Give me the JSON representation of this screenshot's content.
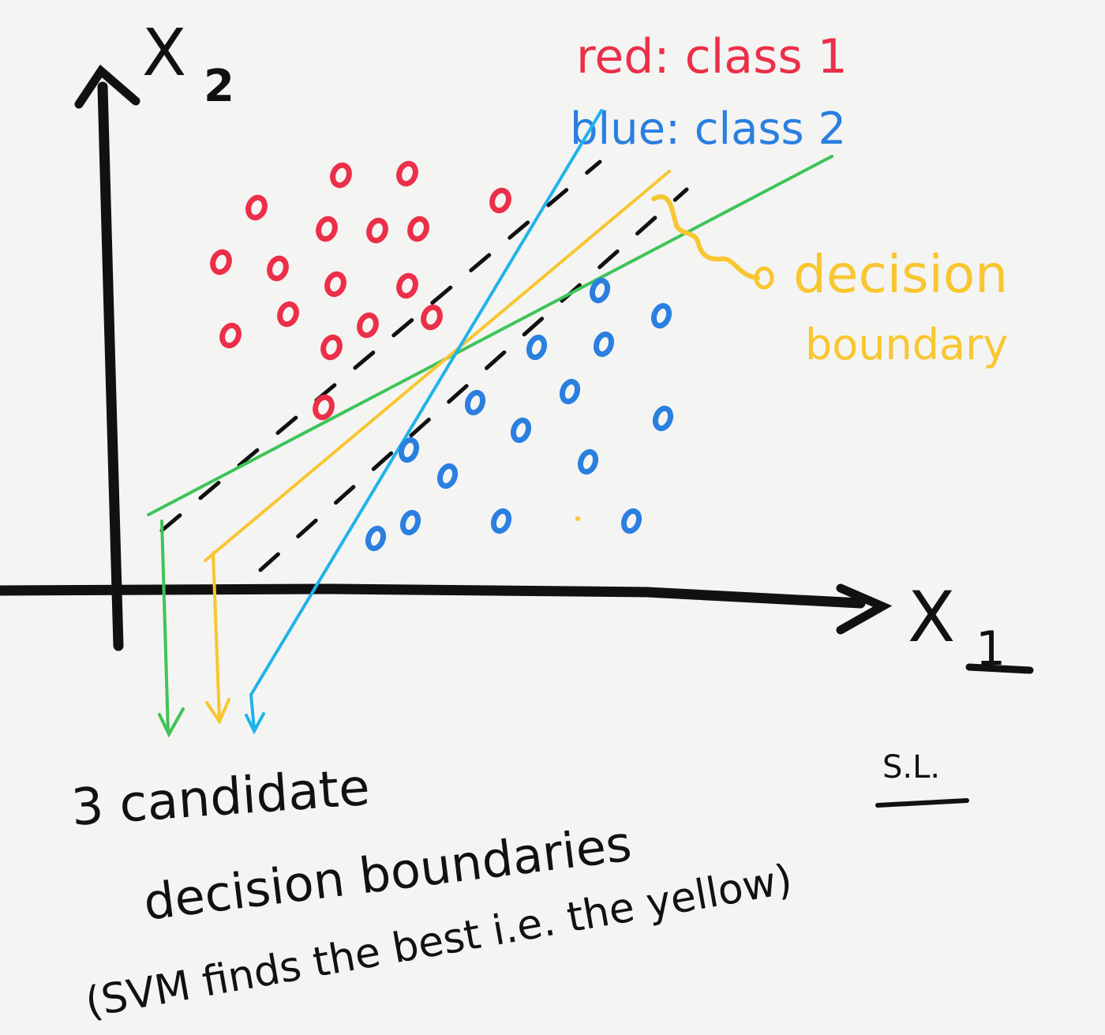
{
  "axes": {
    "x_label": "X",
    "x_sub": "1",
    "y_label": "X",
    "y_sub": "2"
  },
  "legend": {
    "red": "red: class 1",
    "blue": "blue: class 2"
  },
  "annotation": {
    "line1": "decision",
    "line2": "boundary"
  },
  "caption": {
    "line1": "3 candidate",
    "line2": "decision boundaries",
    "line3": "(SVM finds the best i.e. the yellow)"
  },
  "signature": "S.L.",
  "colors": {
    "red": "#ec2f48",
    "blue": "#2a7fe0",
    "yellow": "#f8c630",
    "green": "#3ec45a",
    "cyan": "#1fb3ea",
    "black": "#111111"
  },
  "points": {
    "class1": [
      [
        432,
        222
      ],
      [
        516,
        220
      ],
      [
        634,
        254
      ],
      [
        325,
        263
      ],
      [
        414,
        290
      ],
      [
        478,
        292
      ],
      [
        530,
        290
      ],
      [
        280,
        332
      ],
      [
        352,
        340
      ],
      [
        425,
        360
      ],
      [
        516,
        362
      ],
      [
        365,
        398
      ],
      [
        292,
        425
      ],
      [
        466,
        412
      ],
      [
        547,
        402
      ],
      [
        420,
        440
      ],
      [
        410,
        516
      ]
    ],
    "class2": [
      [
        760,
        368
      ],
      [
        838,
        400
      ],
      [
        680,
        440
      ],
      [
        765,
        436
      ],
      [
        602,
        510
      ],
      [
        722,
        496
      ],
      [
        840,
        530
      ],
      [
        660,
        545
      ],
      [
        518,
        570
      ],
      [
        745,
        585
      ],
      [
        567,
        603
      ],
      [
        520,
        662
      ],
      [
        476,
        682
      ],
      [
        635,
        660
      ],
      [
        800,
        660
      ]
    ]
  }
}
